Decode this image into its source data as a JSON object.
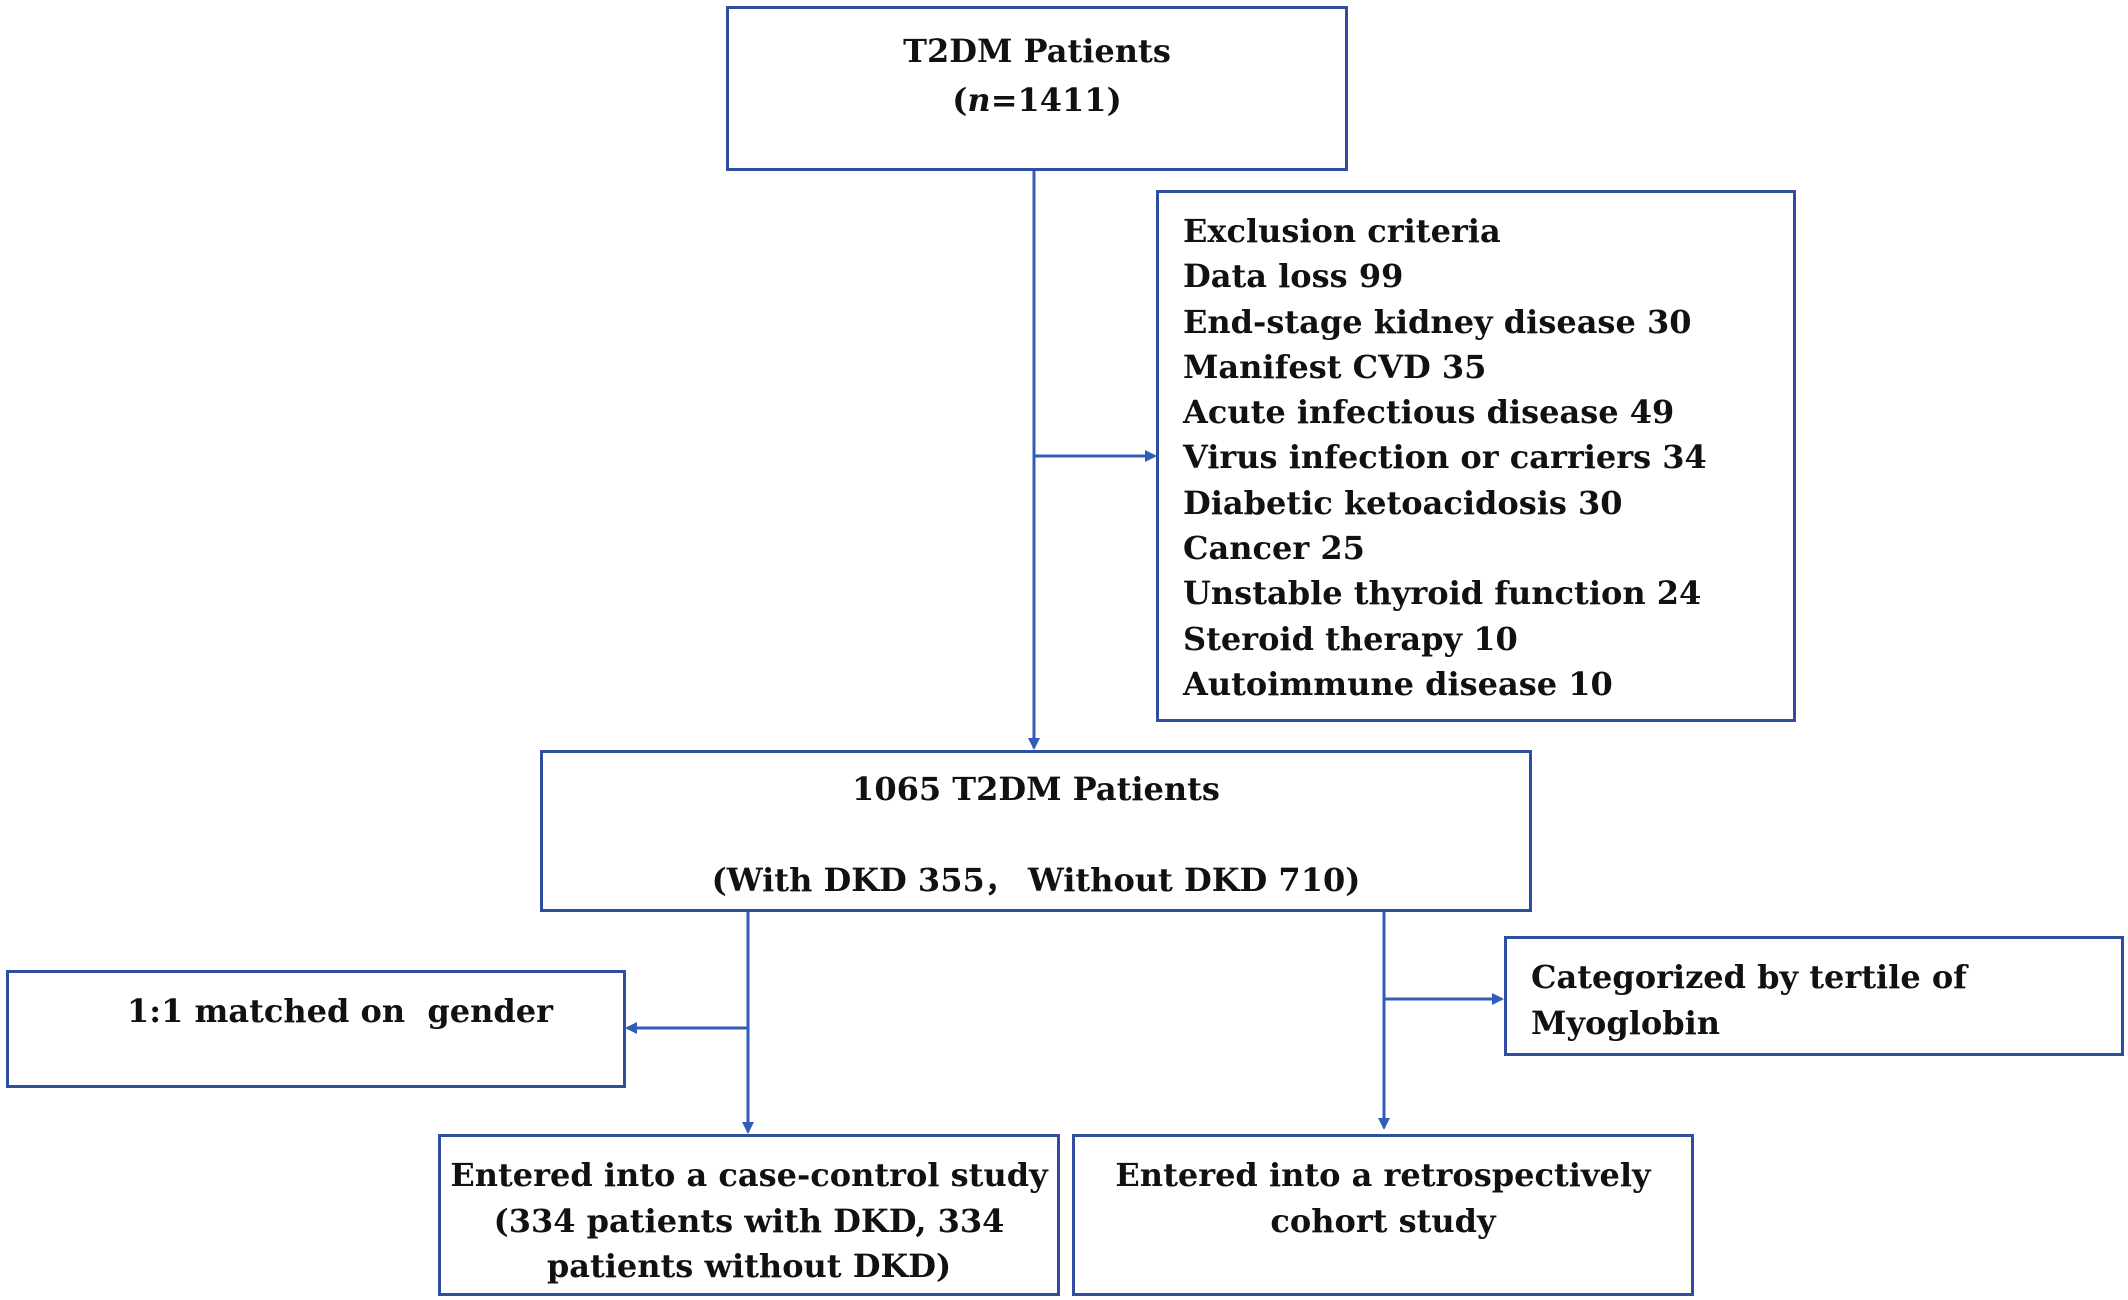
{
  "boxes": {
    "patients": {
      "title": "T2DM Patients",
      "n_open": "(",
      "n_var": "n",
      "n_rest": "=1411)"
    },
    "exclusion": {
      "title": "Exclusion criteria",
      "items": [
        "Data loss 99",
        "End-stage kidney disease 30",
        "Manifest CVD 35",
        "Acute infectious disease 49",
        "Virus infection or carriers 34",
        "Diabetic ketoacidosis 30",
        "Cancer 25",
        "Unstable thyroid function 24",
        "Steroid therapy 10",
        "Autoimmune disease 10"
      ]
    },
    "remaining": {
      "line1": "1065 T2DM Patients",
      "line2": "(With DKD 355， Without DKD 710)"
    },
    "matched": {
      "label": "1:1 matched on  gender"
    },
    "tertile": {
      "line1": "Categorized by tertile of",
      "line2": "Myoglobin"
    },
    "case_control": {
      "line1": "Entered into a case-control study",
      "line2": "(334 patients with DKD, 334",
      "line3": "patients without DKD)"
    },
    "cohort": {
      "line1": "Entered into a retrospectively",
      "line2": "cohort study"
    }
  },
  "colors": {
    "border": "#2F4E9F",
    "arrow": "#2F5DB8",
    "text": "#111111"
  }
}
